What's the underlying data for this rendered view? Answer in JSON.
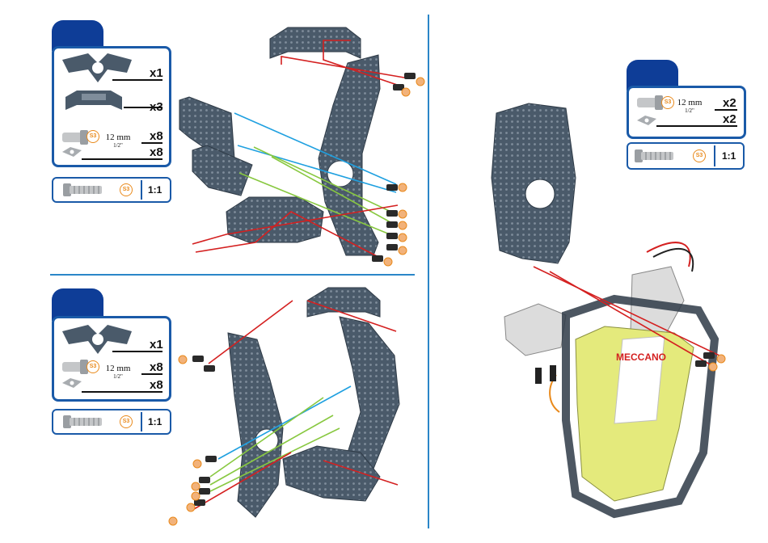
{
  "colors": {
    "divider": "#2a86c8",
    "step_tab": "#0e3d97",
    "box_border": "#1a5aa8",
    "part_body": "#4a5a6a",
    "red_line": "#d42020",
    "blue_line": "#1fa0e0",
    "green_line": "#88c840",
    "screw_badge": "#e98a1c",
    "base_yellow": "#e4ea7c"
  },
  "icons": {
    "screw": "hex-screw-icon",
    "nut": "square-nut-icon",
    "bracket": "bracket-part-icon",
    "plate": "connector-plate-icon"
  },
  "step_a": {
    "parts": [
      {
        "qty": "x1"
      },
      {
        "qty": "x3"
      },
      {
        "qty": "x8",
        "size": "12 mm",
        "size_imperial": "1/2\""
      },
      {
        "qty": "x8"
      }
    ],
    "scale_label": "1:1",
    "screw_code": "S3"
  },
  "step_b": {
    "parts": [
      {
        "qty": "x1"
      },
      {
        "qty": "x8",
        "size": "12 mm",
        "size_imperial": "1/2\""
      },
      {
        "qty": "x8"
      }
    ],
    "scale_label": "1:1",
    "screw_code": "S3"
  },
  "step_c": {
    "parts": [
      {
        "qty": "x2",
        "size": "12 mm",
        "size_imperial": "1/2\""
      },
      {
        "qty": "x2"
      }
    ],
    "scale_label": "1:1",
    "screw_code": "S3"
  },
  "assembly": {
    "screw_code": "S3",
    "logo_text": "MECCANO"
  }
}
